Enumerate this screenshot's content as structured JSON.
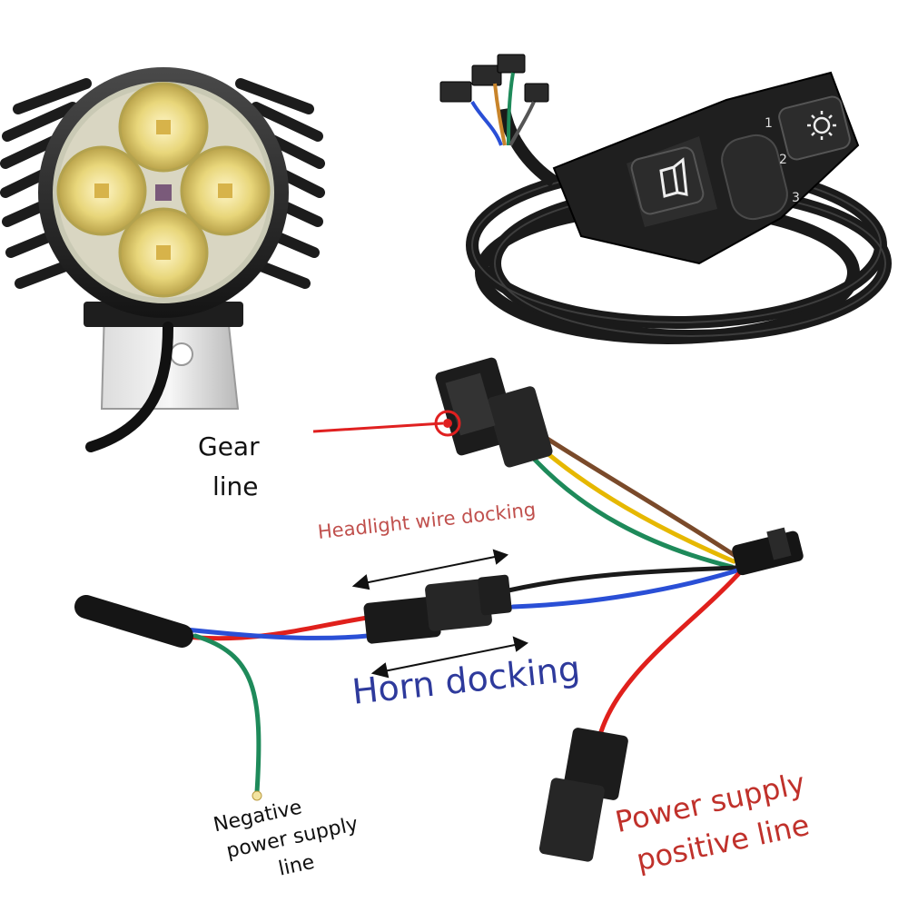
{
  "labels": {
    "gear_line_1": "Gear",
    "gear_line_2": "line",
    "headlight_docking": "Headlight wire docking",
    "horn_docking": "Horn docking",
    "negative_1": "Negative",
    "negative_2": "power supply",
    "negative_3": "line",
    "positive_1": "Power supply",
    "positive_2": "positive line"
  },
  "colors": {
    "label_dark": "#111111",
    "label_red": "#c0312b",
    "label_blue": "#2e3a9c",
    "wire_red": "#e0201c",
    "wire_blue": "#2a4fd6",
    "wire_green": "#1e8a5a",
    "wire_black": "#1a1a1a",
    "wire_yellow": "#e6b800",
    "wire_brown": "#7a4a2a",
    "led_yellow": "#e8d67a",
    "marker_red": "#e02020"
  },
  "components": {
    "headlight": "headlight-icon",
    "switch": "horn-light-switch-icon",
    "connectors": "connector-icon"
  }
}
